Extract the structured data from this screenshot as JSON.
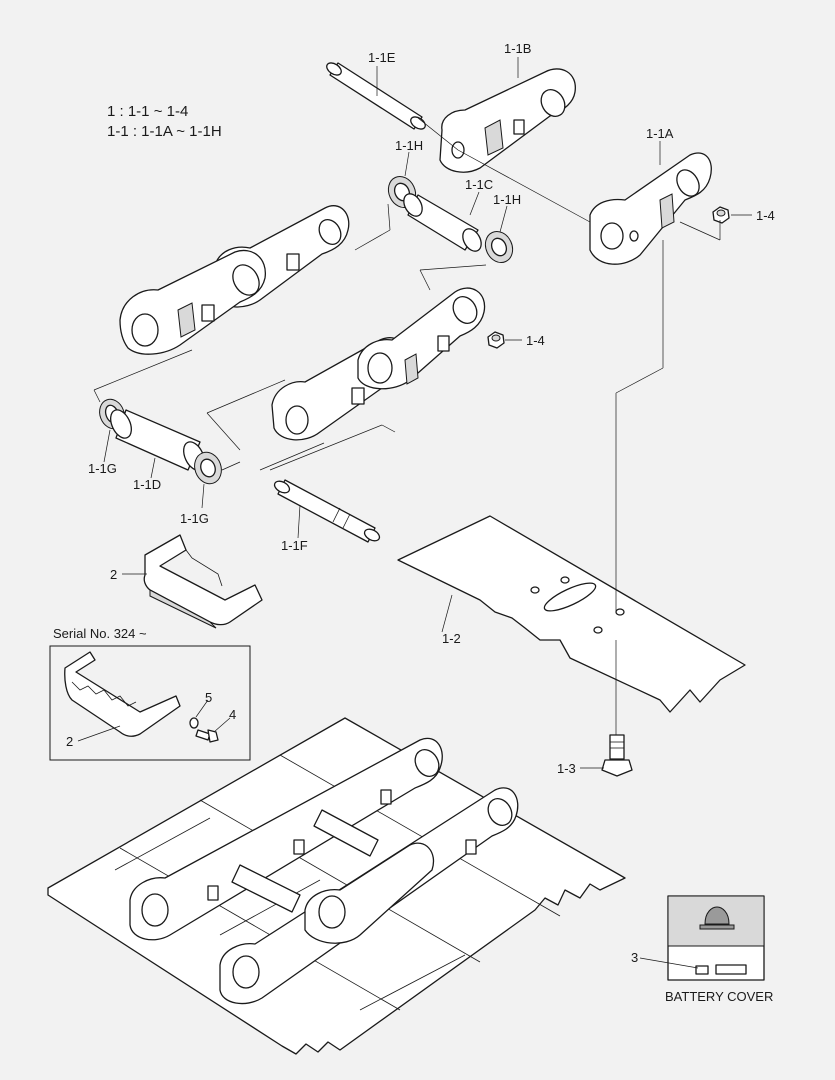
{
  "legend": {
    "line1": "1 : 1-1 ~ 1-4",
    "line2": "1-1 : 1-1A ~ 1-1H"
  },
  "callouts": {
    "c_1_1E": "1-1E",
    "c_1_1B": "1-1B",
    "c_1_1H_top": "1-1H",
    "c_1_1C": "1-1C",
    "c_1_1H_right": "1-1H",
    "c_1_1A": "1-1A",
    "c_1_4_top": "1-4",
    "c_1_4_mid": "1-4",
    "c_1_1G_left": "1-1G",
    "c_1_1D": "1-1D",
    "c_1_1G_bottom": "1-1G",
    "c_1_1F": "1-1F",
    "c_2_top": "2",
    "c_1_2": "1-2",
    "c_1_3": "1-3",
    "c_2_box": "2",
    "c_5": "5",
    "c_4": "4",
    "c_3": "3"
  },
  "serial_note": "Serial No. 324 ~",
  "battery_cover_label": "BATTERY COVER",
  "colors": {
    "background": "#f2f2f2",
    "line": "#1a1a1a",
    "part_fill": "#ffffff",
    "shade_fill": "#d9d9d9"
  }
}
